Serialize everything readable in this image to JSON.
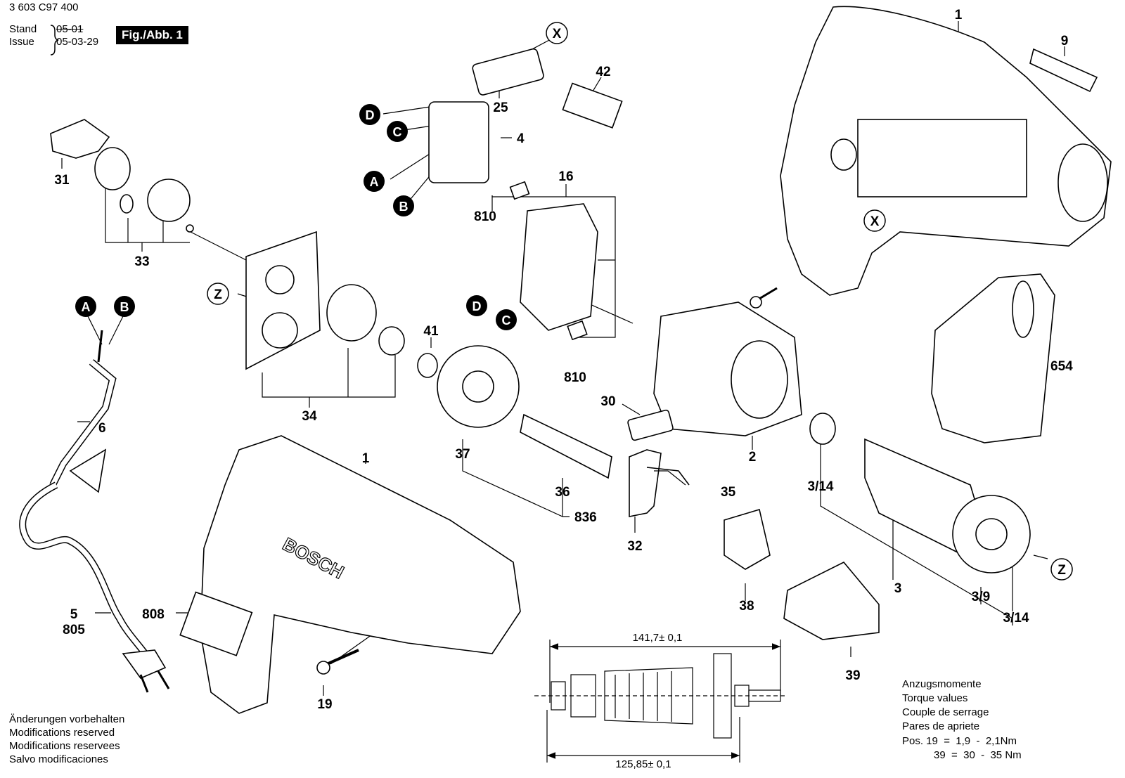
{
  "header": {
    "doc_number": "3 603 C97 400",
    "stand_label": "Stand",
    "issue_label": "Issue",
    "stand_old_date": "05-01",
    "issue_date": "05-03-29",
    "fig_badge": "Fig./Abb. 1"
  },
  "labels": {
    "p1_top": "1",
    "p9": "9",
    "p42": "42",
    "p25": "25",
    "p4": "4",
    "p16": "16",
    "p810_top": "810",
    "p810_bottom": "810",
    "p31": "31",
    "p33": "33",
    "p34": "34",
    "p41": "41",
    "p37": "37",
    "p36": "36",
    "p836": "836",
    "p30": "30",
    "p35": "35",
    "p32": "32",
    "p2": "2",
    "p654": "654",
    "p3_14_left": "3/14",
    "p3": "3",
    "p3_9": "3/9",
    "p3_14_right": "3/14",
    "p38": "38",
    "p39": "39",
    "p1_bottom": "1",
    "p6": "6",
    "p5": "5",
    "p805": "805",
    "p808": "808",
    "p19": "19"
  },
  "circle_markers": {
    "x_top": "X",
    "x_mid": "X",
    "z_left": "Z",
    "z_right": "Z",
    "a_switch": "A",
    "b_switch": "B",
    "c_switch": "C",
    "d_switch": "D",
    "c_brush": "C",
    "d_brush": "D",
    "a_cable": "A",
    "b_cable": "B"
  },
  "dimensions": {
    "top": "141,7± 0,1",
    "bottom": "125,85± 0,1"
  },
  "housing_brand": "BOSCH",
  "footer_left": [
    "Änderungen vorbehalten",
    "Modifications reserved",
    "Modifications reservees",
    "Salvo modificaciones"
  ],
  "torque": {
    "lines": [
      "Anzugsmomente",
      "Torque values",
      "Couple de serrage",
      "Pares de apriete"
    ],
    "pos19": "Pos. 19  =  1,9  -  2,1Nm",
    "pos39": "39  =  30  -  35 Nm"
  }
}
